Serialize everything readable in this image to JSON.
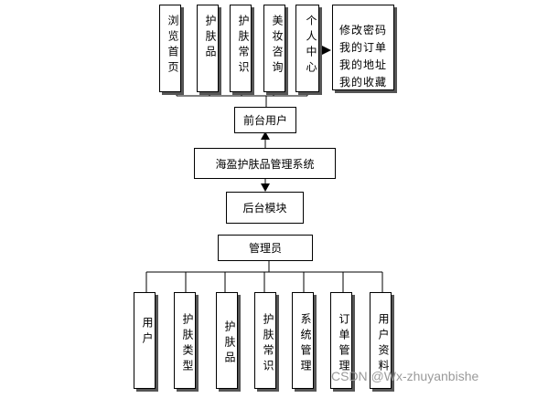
{
  "front_users": {
    "label": "前台用户",
    "modules": [
      "浏览首页",
      "护肤品",
      "护肤常识",
      "美妆咨询",
      "个人中心"
    ],
    "personal_center_items": [
      "修改密码",
      "我的订单",
      "我的地址",
      "我的收藏"
    ]
  },
  "system": {
    "label": "海盈护肤品管理系统"
  },
  "backend": {
    "label": "后台模块"
  },
  "admin": {
    "label": "管理员",
    "modules": [
      "用户",
      "护肤类型",
      "护肤品",
      "护肤常识",
      "系统管理",
      "订单管理",
      "用户资料"
    ]
  },
  "watermark": "CSDN @Wx-zhuyanbishe"
}
